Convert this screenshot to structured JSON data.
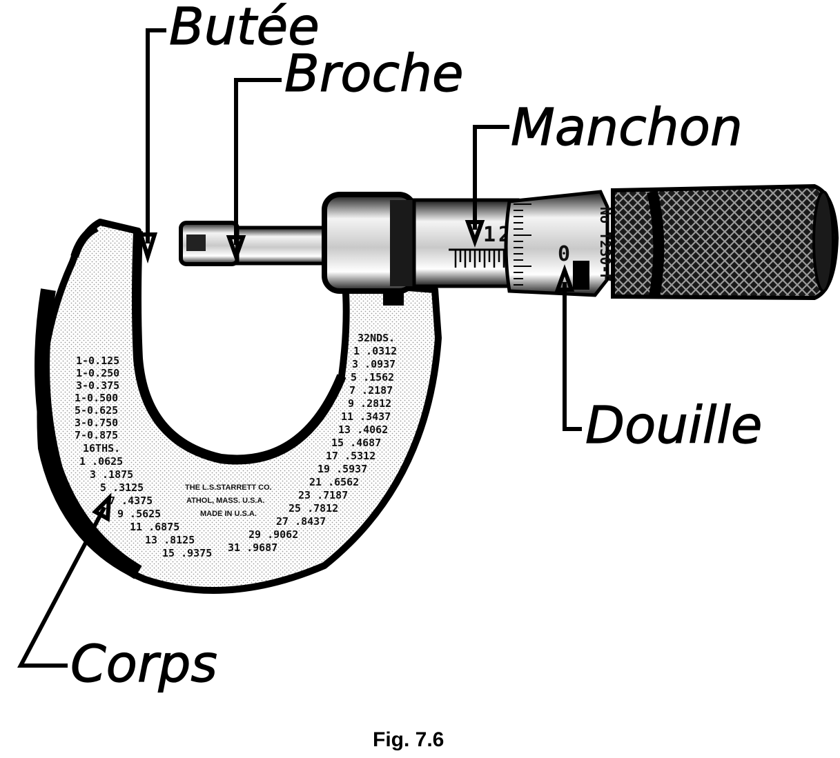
{
  "labels": {
    "anvil": "Butée",
    "spindle": "Broche",
    "sleeve": "Manchon",
    "thimble": "Douille",
    "frame": "Corps"
  },
  "caption": "Fig. 7.6",
  "frame_engraving": {
    "left_column": [
      "1-0.125",
      "1-0.250",
      "3-0.375",
      "1-0.500",
      "5-0.625",
      "3-0.750",
      "7-0.875",
      "16THS.",
      "1 .0625",
      "3 .1875",
      "5 .3125",
      "7 .4375",
      "9 .5625",
      "11 .6875",
      "13 .8125",
      "15 .9375"
    ],
    "right_column": [
      "32NDS.",
      "1 .0312",
      "3 .0937",
      "5 .1562",
      "7 .2187",
      "9 .2812",
      "11 .3437",
      "13 .4062",
      "15 .4687",
      "17 .5312",
      "19 .5937",
      "21 .6562",
      "23 .7187",
      "25 .7812",
      "27 .8437",
      "29 .9062",
      "31 .9687"
    ],
    "maker_lines": [
      "THE L.S.STARRETT CO.",
      "ATHOL, MASS. U.S.A.",
      "MADE IN U.S.A."
    ]
  },
  "sleeve_scale": {
    "numbers": [
      "1",
      "2"
    ]
  },
  "thimble_marks": {
    "zero": "0",
    "model": "No T230-F"
  }
}
